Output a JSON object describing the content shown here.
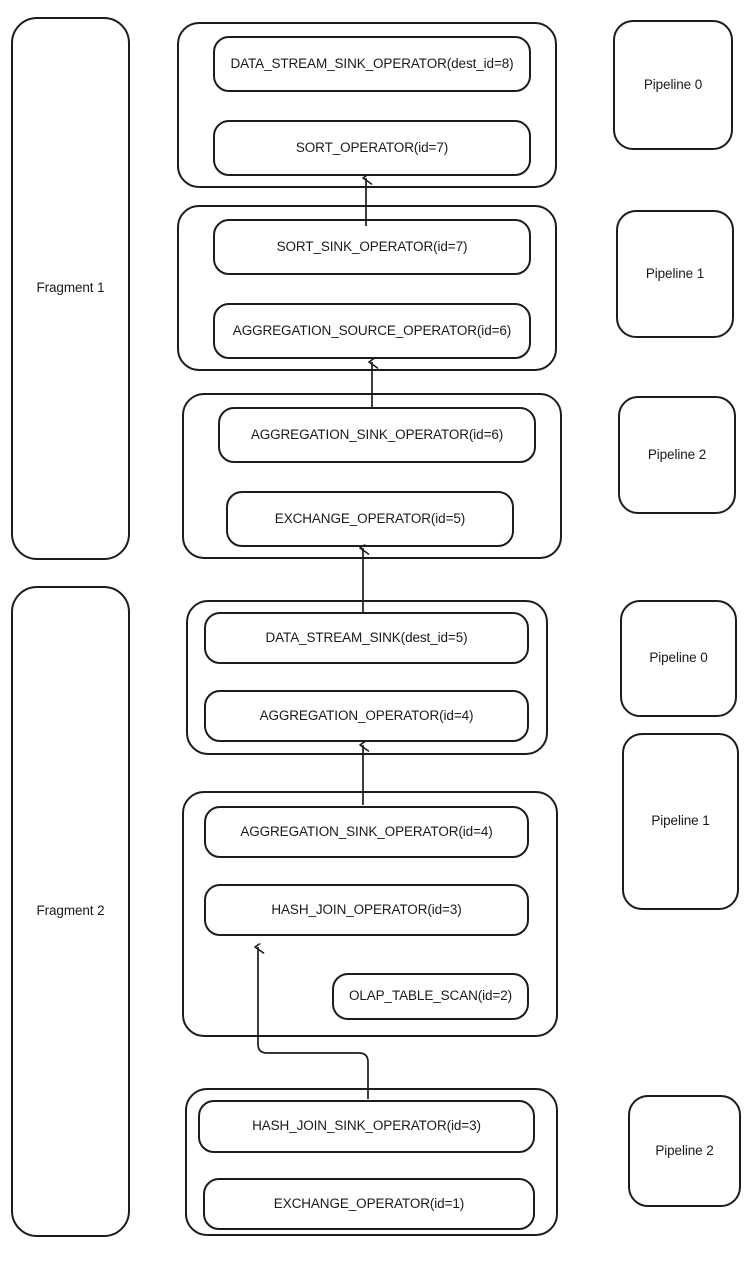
{
  "diagram": {
    "title": "Query execution plan: fragments, pipelines and operators",
    "background_color": "#ffffff",
    "stroke_color": "#1c1c1c",
    "text_color": "#1a1a1a"
  },
  "fragments": [
    {
      "label": "Fragment 1"
    },
    {
      "label": "Fragment 2"
    }
  ],
  "pipeline_labels": [
    {
      "label": "Pipeline 0"
    },
    {
      "label": "Pipeline 1"
    },
    {
      "label": "Pipeline 2"
    },
    {
      "label": "Pipeline 0"
    },
    {
      "label": "Pipeline 1"
    },
    {
      "label": "Pipeline 2"
    }
  ],
  "pipelines": [
    {
      "fragment": "Fragment 1",
      "pipeline": "Pipeline 0",
      "operators": [
        {
          "label": "DATA_STREAM_SINK_OPERATOR(dest_id=8)"
        },
        {
          "label": "SORT_OPERATOR(id=7)"
        }
      ]
    },
    {
      "fragment": "Fragment 1",
      "pipeline": "Pipeline 1",
      "operators": [
        {
          "label": "SORT_SINK_OPERATOR(id=7)"
        },
        {
          "label": "AGGREGATION_SOURCE_OPERATOR(id=6)"
        }
      ]
    },
    {
      "fragment": "Fragment 1",
      "pipeline": "Pipeline 2",
      "operators": [
        {
          "label": "AGGREGATION_SINK_OPERATOR(id=6)"
        },
        {
          "label": "EXCHANGE_OPERATOR(id=5)"
        }
      ]
    },
    {
      "fragment": "Fragment 2",
      "pipeline": "Pipeline 0",
      "operators": [
        {
          "label": "DATA_STREAM_SINK(dest_id=5)"
        },
        {
          "label": "AGGREGATION_OPERATOR(id=4)"
        }
      ]
    },
    {
      "fragment": "Fragment 2",
      "pipeline": "Pipeline 1",
      "operators": [
        {
          "label": "AGGREGATION_SINK_OPERATOR(id=4)"
        },
        {
          "label": "HASH_JOIN_OPERATOR(id=3)"
        },
        {
          "label": "OLAP_TABLE_SCAN(id=2)"
        }
      ]
    },
    {
      "fragment": "Fragment 2",
      "pipeline": "Pipeline 2",
      "operators": [
        {
          "label": "HASH_JOIN_SINK_OPERATOR(id=3)"
        },
        {
          "label": "EXCHANGE_OPERATOR(id=1)"
        }
      ]
    }
  ],
  "edges": [
    {
      "name": "sort-sink-to-sort-operator",
      "from": "SORT_SINK_OPERATOR(id=7)",
      "to": "SORT_OPERATOR(id=7)",
      "style": "straight-up-arrow"
    },
    {
      "name": "aggregation-sink-to-aggregation-source",
      "from": "AGGREGATION_SINK_OPERATOR(id=6)",
      "to": "AGGREGATION_SOURCE_OPERATOR(id=6)",
      "style": "straight-up-arrow"
    },
    {
      "name": "data-stream-sink-to-exchange",
      "from": "DATA_STREAM_SINK(dest_id=5)",
      "to": "EXCHANGE_OPERATOR(id=5)",
      "style": "straight-up-arrow"
    },
    {
      "name": "aggregation-sink-4-to-aggregation-operator-4",
      "from": "AGGREGATION_SINK_OPERATOR(id=4)",
      "to": "AGGREGATION_OPERATOR(id=4)",
      "style": "straight-up-arrow"
    },
    {
      "name": "hash-join-sink-to-hash-join-operator",
      "from": "HASH_JOIN_SINK_OPERATOR(id=3)",
      "to": "HASH_JOIN_OPERATOR(id=3)",
      "style": "elbow-up-arrow"
    }
  ]
}
